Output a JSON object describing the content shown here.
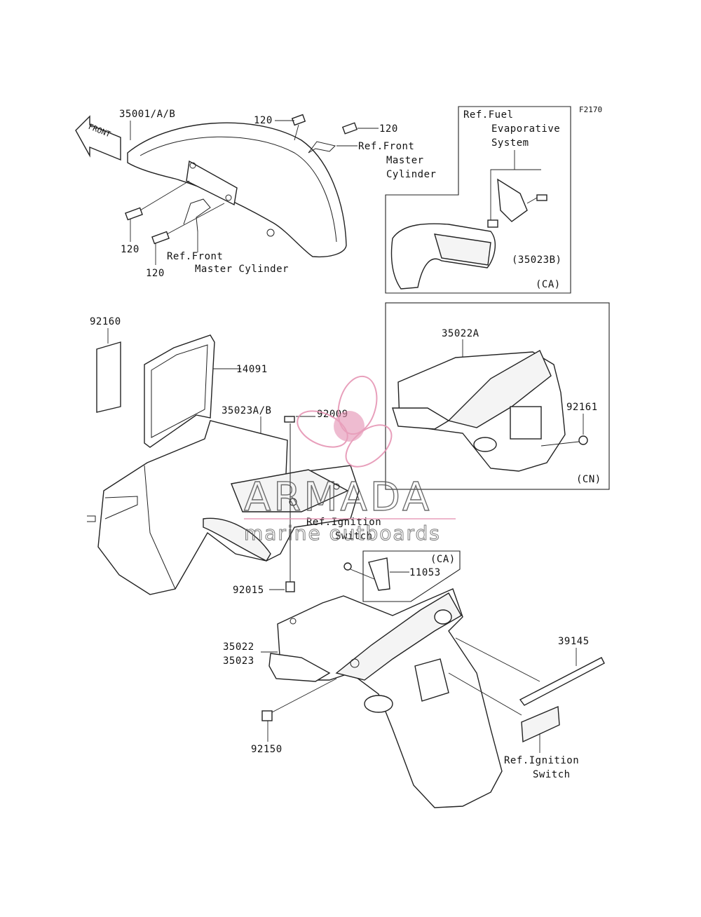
{
  "diagram": {
    "code": "F2170",
    "front_label": "FRONT",
    "labels": {
      "p35001": "35001/A/B",
      "p120a": "120",
      "p120b": "120",
      "p120c": "120",
      "p120d": "120",
      "ref_fmc_top_1": "Ref.Front",
      "ref_fmc_top_2": "Master",
      "ref_fmc_top_3": "Cylinder",
      "ref_fmc_low_1": "Ref.Front",
      "ref_fmc_low_2": "Master Cylinder",
      "ref_fuel_1": "Ref.Fuel",
      "ref_fuel_2": "Evaporative",
      "ref_fuel_3": "System",
      "p35023B": "(35023B)",
      "ca_top": "(CA)",
      "p35022A": "35022A",
      "p92161": "92161",
      "cn": "(CN)",
      "p92160": "92160",
      "p14091": "14091",
      "p35023AB": "35023A/B",
      "p92009": "92009",
      "ref_ign_mid_1": "Ref.Ignition",
      "ref_ign_mid_2": "Switch",
      "ca_mid": "(CA)",
      "p11053": "11053",
      "p92015": "92015",
      "p35022": "35022",
      "p35023": "35023",
      "p39145": "39145",
      "p92150": "92150",
      "ref_ign_low_1": "Ref.Ignition",
      "ref_ign_low_2": "Switch"
    }
  },
  "watermark": {
    "brand": "ARMADA",
    "tagline": "marine outboards",
    "logo_color": "#e48fb0"
  }
}
